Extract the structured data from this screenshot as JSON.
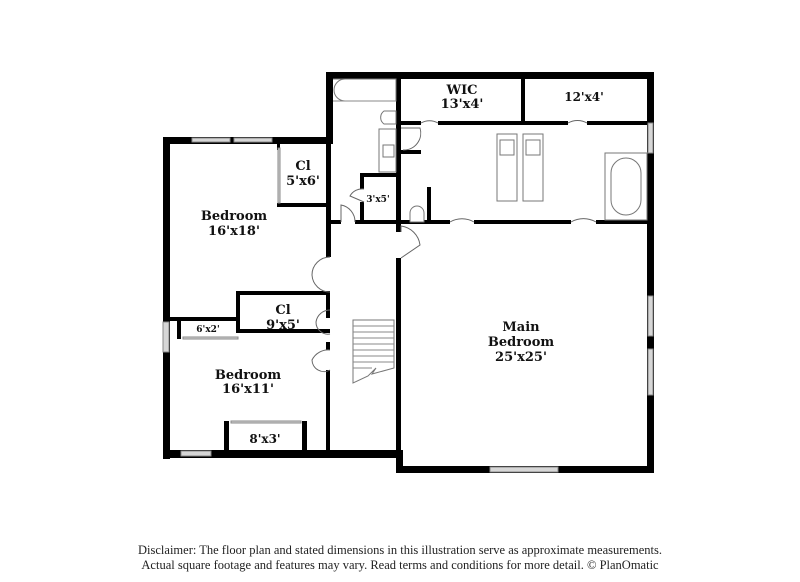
{
  "floor_plan": {
    "rooms": [
      {
        "id": "bedroom-1",
        "name": "Bedroom",
        "size": "16'x18'"
      },
      {
        "id": "closet-1",
        "name": "Cl",
        "size": "5'x6'"
      },
      {
        "id": "bath-closet",
        "name": "",
        "size": "3'x5'"
      },
      {
        "id": "wic",
        "name": "WIC",
        "size": "13'x4'"
      },
      {
        "id": "storage",
        "name": "",
        "size": "12'x4'"
      },
      {
        "id": "closet-2",
        "name": "Cl",
        "size": "9'x5'"
      },
      {
        "id": "closet-3",
        "name": "",
        "size": "6'x2'"
      },
      {
        "id": "bedroom-2",
        "name": "Bedroom",
        "size": "16'x11'"
      },
      {
        "id": "closet-4",
        "name": "",
        "size": "8'x3'"
      },
      {
        "id": "main-bedroom",
        "name": "Main Bedroom",
        "name_line1": "Main",
        "name_line2": "Bedroom",
        "size": "25'x25'"
      }
    ]
  },
  "disclaimer": {
    "line1": "Disclaimer: The floor plan and stated dimensions in this illustration serve as approximate measurements.",
    "line2": "Actual square footage and features may vary. Read terms and conditions for more detail. © PlanOmatic"
  }
}
